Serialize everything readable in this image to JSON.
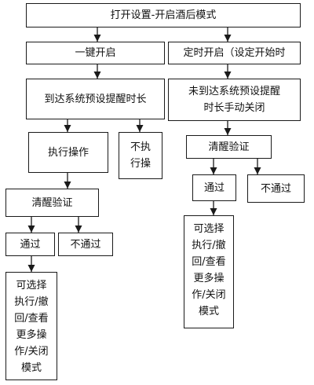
{
  "flowchart": {
    "start": "打开设置-开启酒后模式",
    "one_click": "一键开启",
    "timed": "定时开启（设定开始时",
    "reach_preset": "到达系统预设提醒时长",
    "not_reached_manual_close": "未到达系统预设提醒\n时长手动关闭",
    "execute_operation": "执行操作",
    "do_not_execute": "不执\n行操",
    "sober_verify_left": "清醒验证",
    "sober_verify_right": "清醒验证",
    "pass_left": "通过",
    "fail_left": "不通过",
    "pass_right": "通过",
    "fail_right": "不通过",
    "options_left": "可选择\n执行/撤\n回/查看\n更多操\n作/关闭\n模式",
    "options_right": "可选择\n执行/撤\n回/查看\n更多操\n作/关闭\n模式"
  }
}
